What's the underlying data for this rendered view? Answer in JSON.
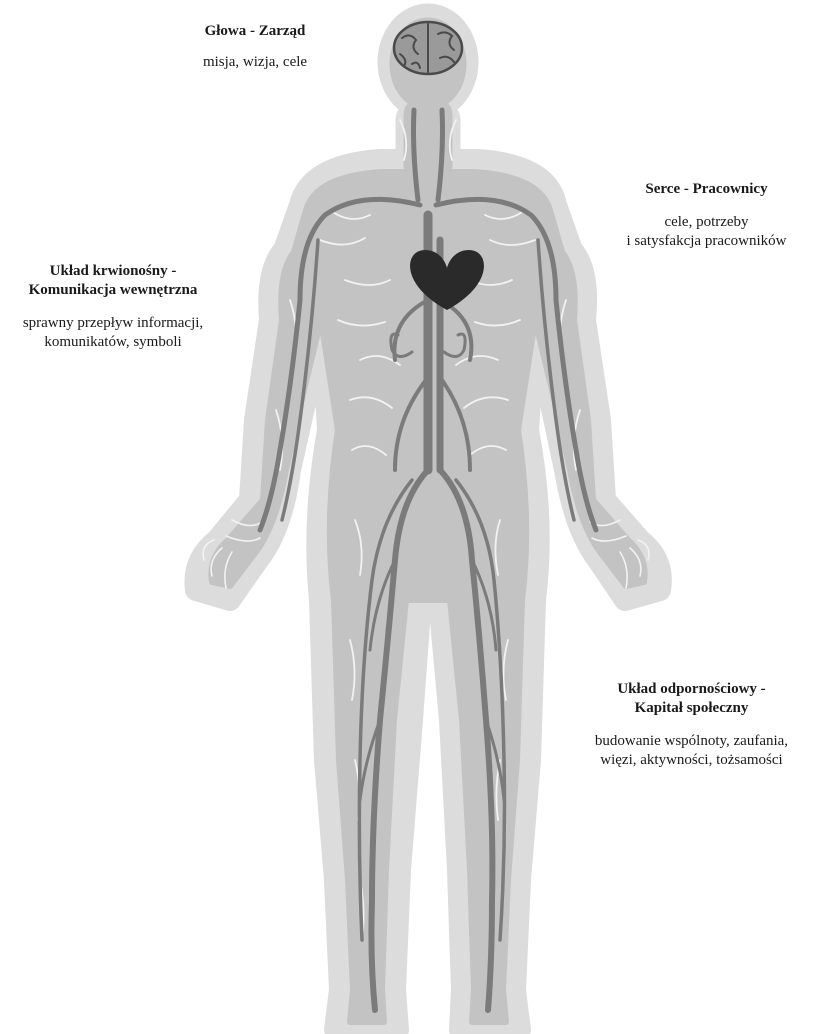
{
  "labels": {
    "head": {
      "title": "Głowa - Zarząd",
      "desc": "misja, wizja, cele"
    },
    "heart": {
      "title": "Serce - Pracownicy",
      "desc_line1": "cele, potrzeby",
      "desc_line2": "i satysfakcja pracowników"
    },
    "blood": {
      "title_line1": "Układ krwionośny -",
      "title_line2": "Komunikacja wewnętrzna",
      "desc_line1": "sprawny przepływ informacji,",
      "desc_line2": "komunikatów, symboli"
    },
    "immune": {
      "title_line1": "Układ odpornościowy -",
      "title_line2": "Kapitał społeczny",
      "desc_line1": "budowanie wspólnoty, zaufania,",
      "desc_line2": "więzi, aktywności, tożsamości"
    }
  },
  "colors": {
    "body_halo": "#dcdcdc",
    "body_fill": "#c3c3c3",
    "vessel": "#7b7b7b",
    "vein_light": "#f2f2f2",
    "heart": "#2a2a2a",
    "brain": "#9a9a9a"
  },
  "icons": [
    "brain-icon",
    "heart-icon"
  ]
}
